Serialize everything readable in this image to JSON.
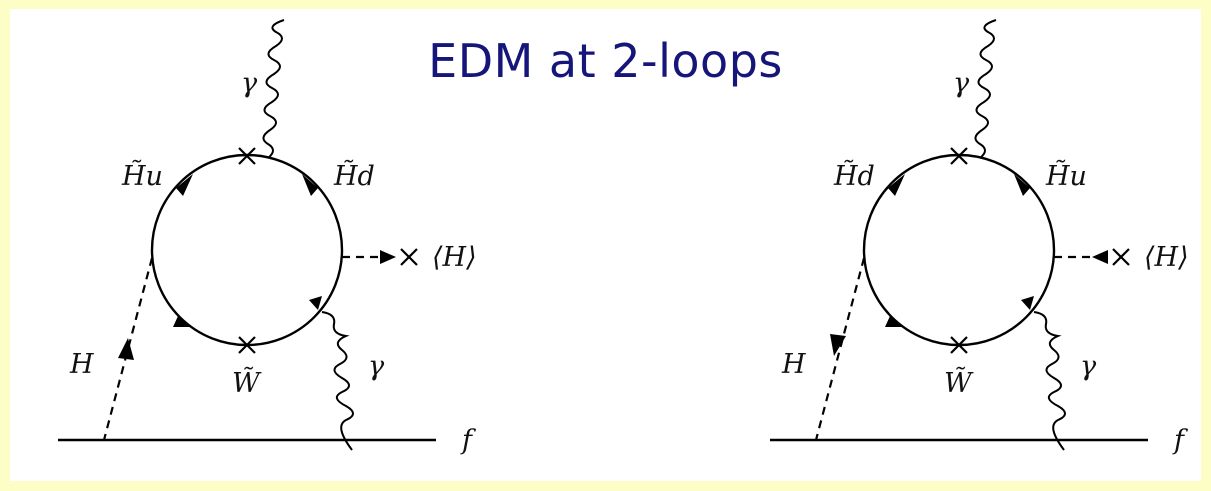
{
  "title": "EDM at 2-loops",
  "diagrams": [
    {
      "labels": {
        "gamma_top": "γ",
        "loop_top_left": "H̃u",
        "loop_top_right": "H̃d",
        "vev": "⟨H⟩",
        "higgs": "H",
        "wino": "W̃",
        "gamma_bottom": "γ",
        "fermion": "f"
      },
      "higgs_arrow": "up",
      "vev_arrow": "right"
    },
    {
      "labels": {
        "gamma_top": "γ",
        "loop_top_left": "H̃d",
        "loop_top_right": "H̃u",
        "vev": "⟨H⟩",
        "higgs": "H",
        "wino": "W̃",
        "gamma_bottom": "γ",
        "fermion": "f"
      },
      "higgs_arrow": "down",
      "vev_arrow": "left"
    }
  ]
}
